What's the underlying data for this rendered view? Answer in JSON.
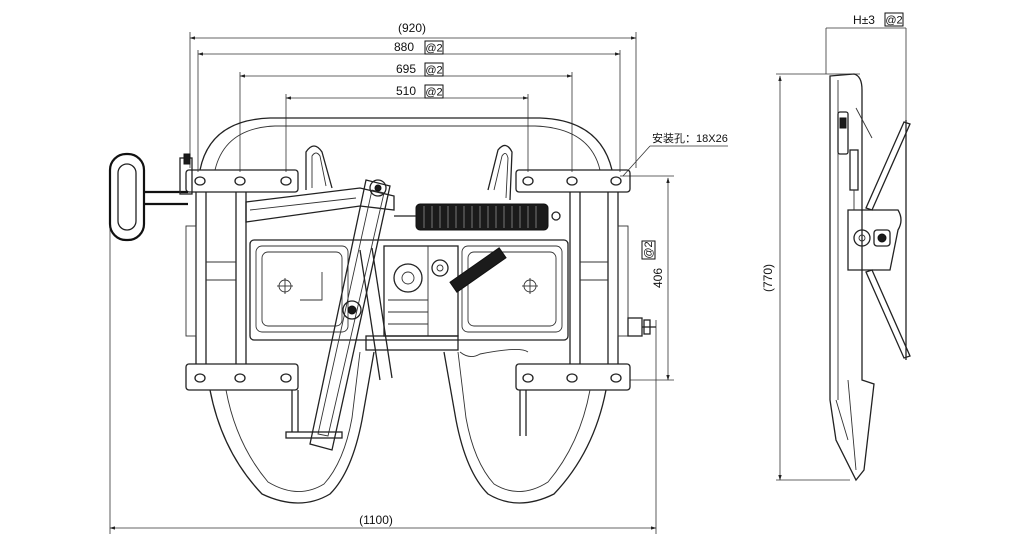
{
  "dimensions": {
    "d920": "(920)",
    "d880": "880",
    "d695": "695",
    "d510": "510",
    "d1100": "(1100)",
    "d406": "406",
    "d770": "(770)",
    "h3": "H±3"
  },
  "tolerance": "@2",
  "annotation": "安装孔：18X26"
}
